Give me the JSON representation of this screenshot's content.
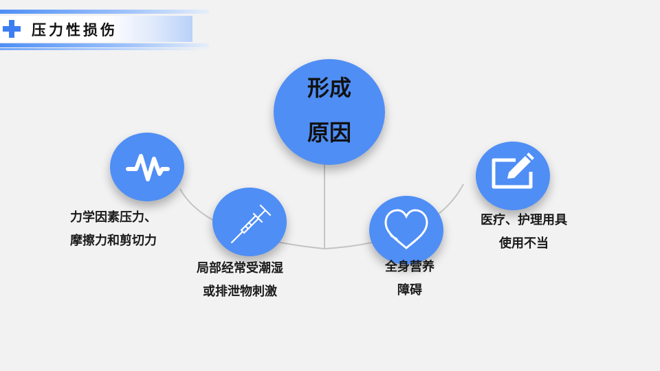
{
  "header": {
    "title": "压力性损伤"
  },
  "center": {
    "line1": "形成",
    "line2": "原因"
  },
  "causes": [
    {
      "icon": "pulse-icon",
      "line1": "力学因素压力、",
      "line2": "摩擦力和剪切力"
    },
    {
      "icon": "syringe-icon",
      "line1": "局部经常受潮湿",
      "line2": "或排泄物刺激"
    },
    {
      "icon": "heart-icon",
      "line1": "全身营养",
      "line2": "障碍"
    },
    {
      "icon": "edit-icon",
      "line1": "医疗、护理用具",
      "line2": "使用不当"
    }
  ],
  "colors": {
    "accent": "#4f8ef5",
    "background": "#f2f2f3"
  }
}
